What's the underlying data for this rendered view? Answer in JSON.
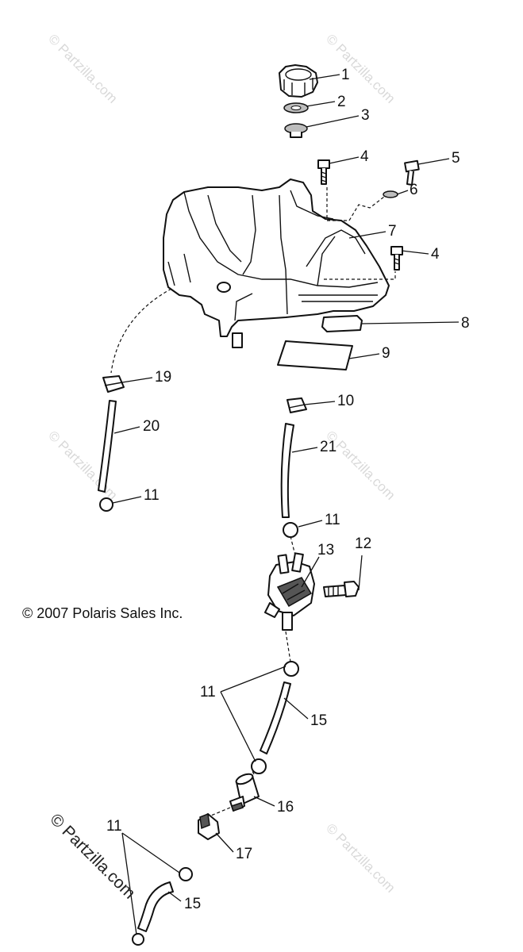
{
  "copyright": "© 2007 Polaris Sales Inc.",
  "watermarks": {
    "main": "© Partzilla.com",
    "faint": "© Partzilla.com"
  },
  "callouts": {
    "c1": "1",
    "c2": "2",
    "c3": "3",
    "c4a": "4",
    "c5": "5",
    "c6": "6",
    "c7": "7",
    "c4b": "4",
    "c8": "8",
    "c9": "9",
    "c19": "19",
    "c10": "10",
    "c20": "20",
    "c21": "21",
    "c11a": "11",
    "c11b": "11",
    "c12": "12",
    "c13": "13",
    "c11c": "11",
    "c15a": "15",
    "c16": "16",
    "c17": "17",
    "c11d": "11",
    "c15b": "15"
  }
}
